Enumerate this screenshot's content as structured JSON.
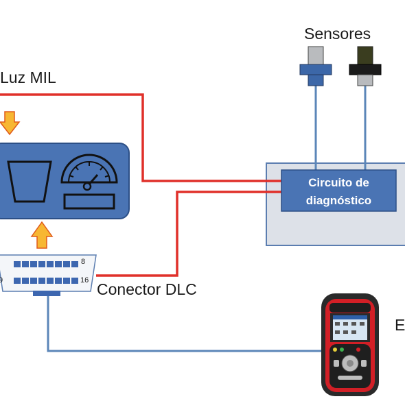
{
  "labels": {
    "sensors": "Sensores",
    "mil_light": "Luz MIL",
    "dlc_connector": "Conector DLC",
    "scanner_partial": "E",
    "circuit_line1": "Circuito de",
    "circuit_line2": "diagnóstico",
    "pin_8": "8",
    "pin_16": "16",
    "pin_9": "9"
  },
  "colors": {
    "wire_red": "#e0302a",
    "wire_blue": "#5b86b8",
    "panel_blue": "#4a74b4",
    "panel_border": "#2c4f86",
    "ecu_box_fill": "#dde1e8",
    "ecu_box_border": "#5b7db0",
    "arrow_fill": "#f7b733",
    "arrow_border": "#e05a1a",
    "connector_pin": "#3d67b0"
  },
  "icons": {
    "sensor_1": "grey-sensor-icon",
    "sensor_2": "black-sensor-icon",
    "cluster": "dashboard-gauge-icon",
    "scanner": "obd-scanner-device-icon",
    "connector": "obd-connector-icon"
  }
}
